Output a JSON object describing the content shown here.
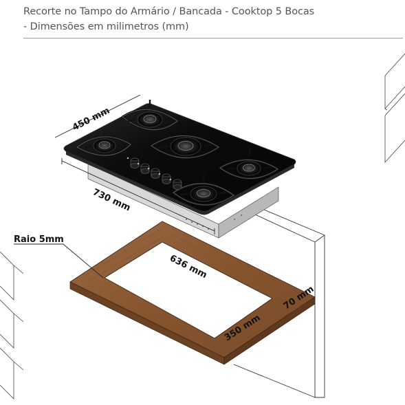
{
  "header": {
    "title_line1": "Recorte no Tampo do Armário / Bancada -  Cooktop 5 Bocas",
    "title_line2": "- Dimensões em milimetros (mm)"
  },
  "dimensions": {
    "cooktop_depth": "450 mm",
    "cooktop_width": "730 mm",
    "cutout_width": "636 mm",
    "cutout_depth": "350 mm",
    "countertop_border": "70 mm",
    "corner_radius_label": "Raio 5mm"
  },
  "colors": {
    "wood": "#8a5a36",
    "glass": "#0b0b0b",
    "header_text": "#555555"
  }
}
